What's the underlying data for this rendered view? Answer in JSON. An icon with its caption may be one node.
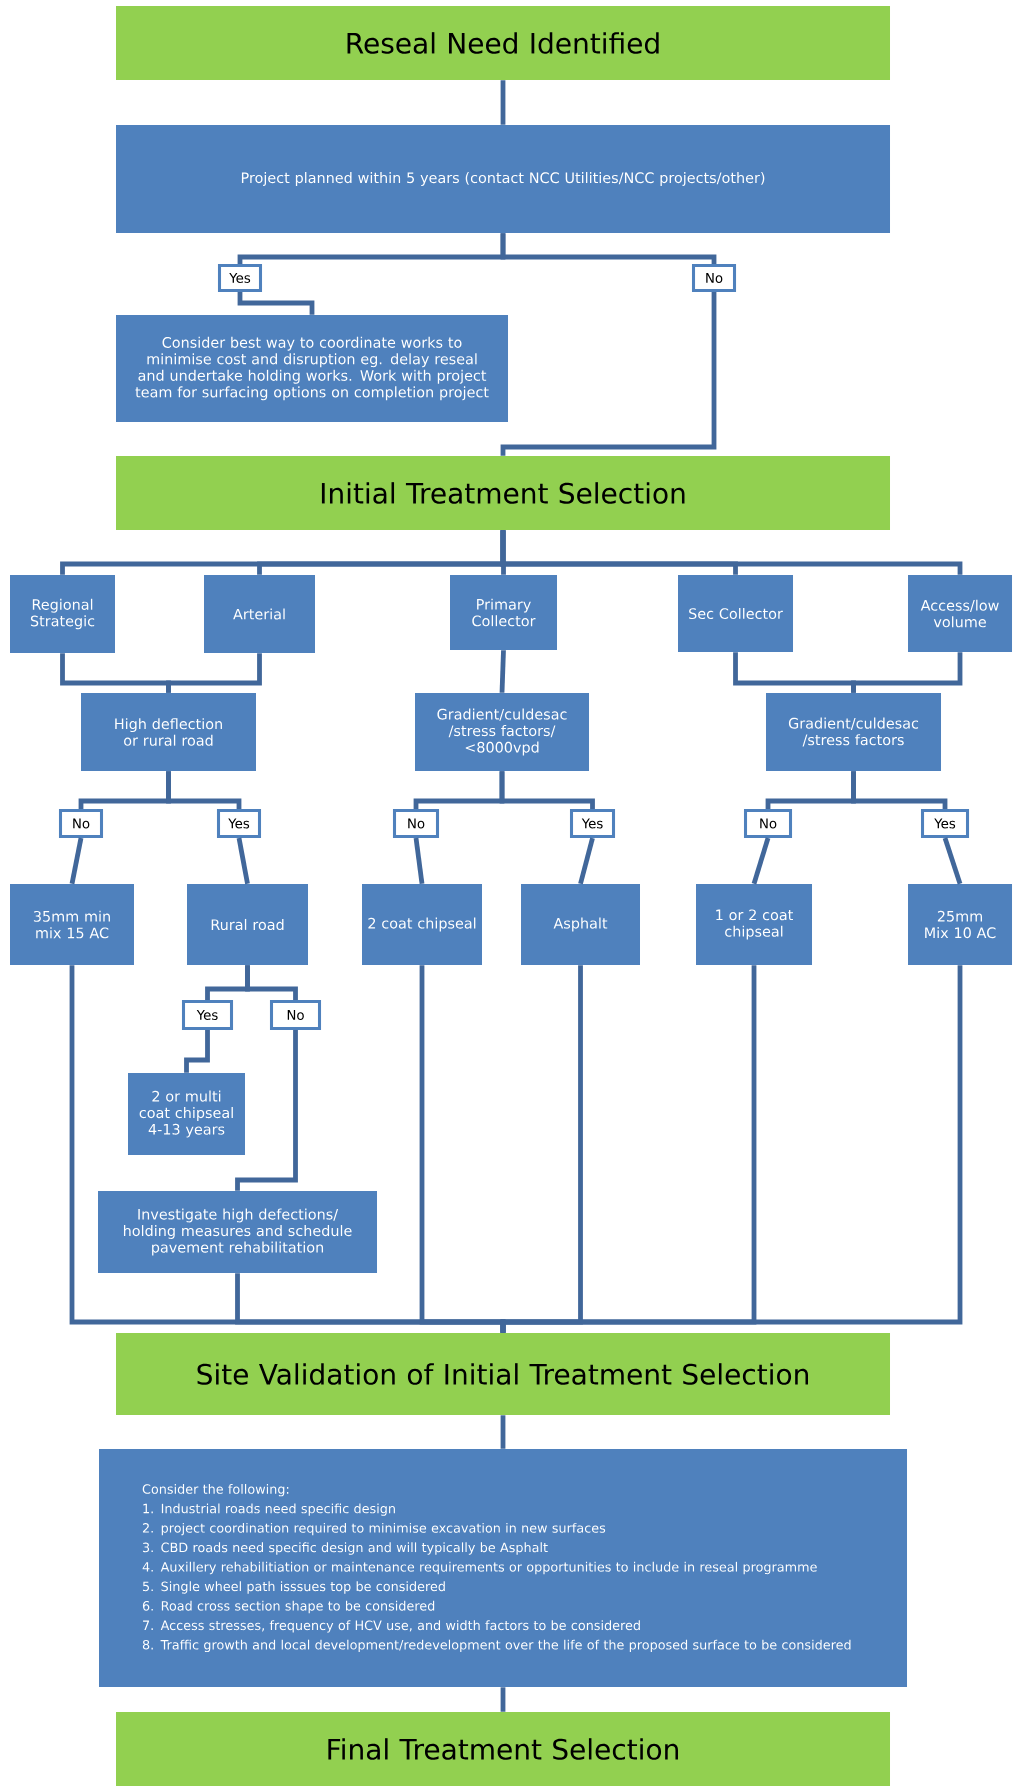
{
  "diagram": {
    "nodes": [
      {
        "text": [
          "Reseal Need Identified"
        ]
      },
      {
        "text": [
          "Project planned within 5 years (contact NCC Utilities/NCC projects/other)"
        ]
      },
      {
        "text": [
          "Yes"
        ]
      },
      {
        "text": [
          "No"
        ]
      },
      {
        "text": [
          "Consider best way to coordinate works to minimise cost and disruption eg. delay reseal and undertake holding works. Work with project team for surfacing options on completion project"
        ]
      },
      {
        "text": [
          "Initial Treatment Selection"
        ]
      },
      {
        "text": [
          "Regional Strategic"
        ]
      },
      {
        "text": [
          "Arterial"
        ]
      },
      {
        "text": [
          "Primary Collector"
        ]
      },
      {
        "text": [
          "Sec Collector"
        ]
      },
      {
        "text": [
          "Access/low volume"
        ]
      },
      {
        "text": [
          "High deflection or rural road"
        ]
      },
      {
        "text": [
          "Gradient/culdesac /stress factors/ <8000vpd"
        ]
      },
      {
        "text": [
          "Gradient/culdesac /stress factors"
        ]
      },
      {
        "text": [
          "No"
        ]
      },
      {
        "text": [
          "Yes"
        ]
      },
      {
        "text": [
          "No"
        ]
      },
      {
        "text": [
          "Yes"
        ]
      },
      {
        "text": [
          "No"
        ]
      },
      {
        "text": [
          "Yes"
        ]
      },
      {
        "text": [
          "35mm min mix 15 AC"
        ]
      },
      {
        "text": [
          "Rural road"
        ]
      },
      {
        "text": [
          "2 coat chipseal"
        ]
      },
      {
        "text": [
          "Asphalt"
        ]
      },
      {
        "text": [
          "1 or 2 coat chipseal"
        ]
      },
      {
        "text": [
          "25mm Mix 10 AC"
        ]
      },
      {
        "text": [
          "Yes"
        ]
      },
      {
        "text": [
          "No"
        ]
      },
      {
        "text": [
          "2 or multi coat chipseal 4-13 years"
        ]
      },
      {
        "text": [
          "Investigate high defections/ holding measures and schedule pavement rehabilitation"
        ]
      },
      {
        "text": [
          "Site Validation of Initial Treatment Selection"
        ]
      },
      {
        "text": [
          "Consider the following:",
          "1. Industrial roads need specific design",
          "2. project coordination required to minimise excavation in new surfaces",
          "3. CBD roads need specific design and will typically be Asphalt",
          "4. Auxillery rehabilitiation or maintenance requirements or opportunities to include in reseal programme",
          "5. Single wheel path isssues top be considered",
          "6. Road cross section shape to be considered",
          "7. Access stresses, frequency of HCV use, and width factors to be considered",
          "8. Traffic growth and local development/redevelopment over the life of the proposed surface to be considered"
        ]
      },
      {
        "text": [
          "Final Treatment Selection"
        ]
      }
    ],
    "edges": [
      {
        "from": 0,
        "to": 1,
        "arrow": "none"
      },
      {
        "from": 1,
        "to": 2,
        "arrow": "none"
      },
      {
        "from": 1,
        "to": 3,
        "arrow": "none"
      },
      {
        "from": 2,
        "to": 4,
        "arrow": "none"
      },
      {
        "from": 3,
        "to": 5,
        "arrow": "none"
      },
      {
        "from": 5,
        "to": 6,
        "arrow": "none"
      },
      {
        "from": 5,
        "to": 7,
        "arrow": "none"
      },
      {
        "from": 5,
        "to": 8,
        "arrow": "none"
      },
      {
        "from": 5,
        "to": 9,
        "arrow": "none"
      },
      {
        "from": 5,
        "to": 10,
        "arrow": "none"
      },
      {
        "from": 6,
        "to": 11,
        "arrow": "none"
      },
      {
        "from": 7,
        "to": 11,
        "arrow": "none"
      },
      {
        "from": 8,
        "to": 12,
        "arrow": "none"
      },
      {
        "from": 9,
        "to": 13,
        "arrow": "none"
      },
      {
        "from": 10,
        "to": 13,
        "arrow": "none"
      },
      {
        "from": 11,
        "to": 14,
        "arrow": "none"
      },
      {
        "from": 11,
        "to": 15,
        "arrow": "none"
      },
      {
        "from": 12,
        "to": 16,
        "arrow": "none"
      },
      {
        "from": 12,
        "to": 17,
        "arrow": "none"
      },
      {
        "from": 13,
        "to": 18,
        "arrow": "none"
      },
      {
        "from": 13,
        "to": 19,
        "arrow": "none"
      },
      {
        "from": 14,
        "to": 20,
        "arrow": "none"
      },
      {
        "from": 15,
        "to": 21,
        "arrow": "none"
      },
      {
        "from": 16,
        "to": 22,
        "arrow": "none"
      },
      {
        "from": 17,
        "to": 23,
        "arrow": "none"
      },
      {
        "from": 18,
        "to": 24,
        "arrow": "none"
      },
      {
        "from": 19,
        "to": 25,
        "arrow": "none"
      },
      {
        "from": 21,
        "to": 26,
        "arrow": "none"
      },
      {
        "from": 21,
        "to": 27,
        "arrow": "none"
      },
      {
        "from": 26,
        "to": 28,
        "arrow": "none"
      },
      {
        "from": 27,
        "to": 29,
        "arrow": "none"
      },
      {
        "from": 20,
        "to": 30,
        "arrow": "none"
      },
      {
        "from": 29,
        "to": 30,
        "arrow": "none"
      },
      {
        "from": 22,
        "to": 30,
        "arrow": "none"
      },
      {
        "from": 23,
        "to": 30,
        "arrow": "none"
      },
      {
        "from": 24,
        "to": 30,
        "arrow": "none"
      },
      {
        "from": 25,
        "to": 30,
        "arrow": "none"
      },
      {
        "from": 30,
        "to": 31,
        "arrow": "none"
      },
      {
        "from": 31,
        "to": 32,
        "arrow": "none"
      }
    ]
  }
}
